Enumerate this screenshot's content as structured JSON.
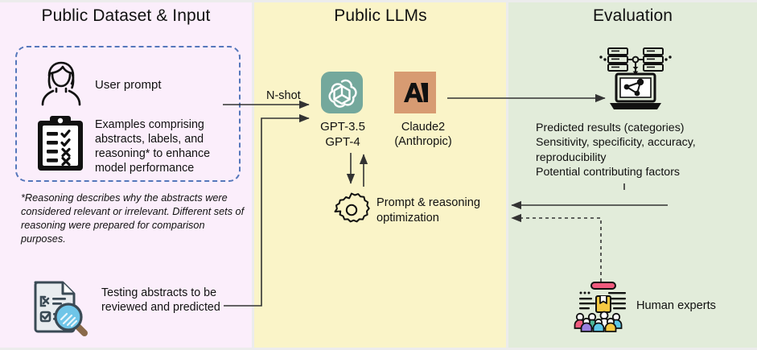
{
  "panels": {
    "left": {
      "title": "Public Dataset & Input",
      "bg": "#fbeefb"
    },
    "mid": {
      "title": "Public LLMs",
      "bg": "#faf4c8"
    },
    "right": {
      "title": "Evaluation",
      "bg": "#e2ecda"
    }
  },
  "left_panel": {
    "user_prompt_label": "User prompt",
    "examples_label": "Examples comprising abstracts, labels, and reasoning* to enhance model performance",
    "footnote": "*Reasoning describes why the abstracts were considered relevant or irrelevant. Different sets of reasoning were prepared for comparison purposes.",
    "testing_label": "Testing abstracts to be reviewed and predicted",
    "dashed_border_color": "#5577bb"
  },
  "mid_panel": {
    "nshot_label": "N-shot",
    "gpt_label": "GPT-3.5\nGPT-4",
    "gpt_logo_color": "#74a89c",
    "claude_label": "Claude2\n(Anthropic)",
    "claude_logo_color": "#d79b72",
    "optimization_label": "Prompt & reasoning optimization"
  },
  "right_panel": {
    "results_label": "Predicted results (categories)\nSensitivity, specificity, accuracy, reproducibility\nPotential contributing factors",
    "human_experts_label": "Human experts",
    "magnifier_color": "#6fc5e8",
    "expert_colors": [
      "#ef5a7d",
      "#4cb89a",
      "#9a7fe0",
      "#5ec8e8",
      "#f2c14b"
    ]
  }
}
